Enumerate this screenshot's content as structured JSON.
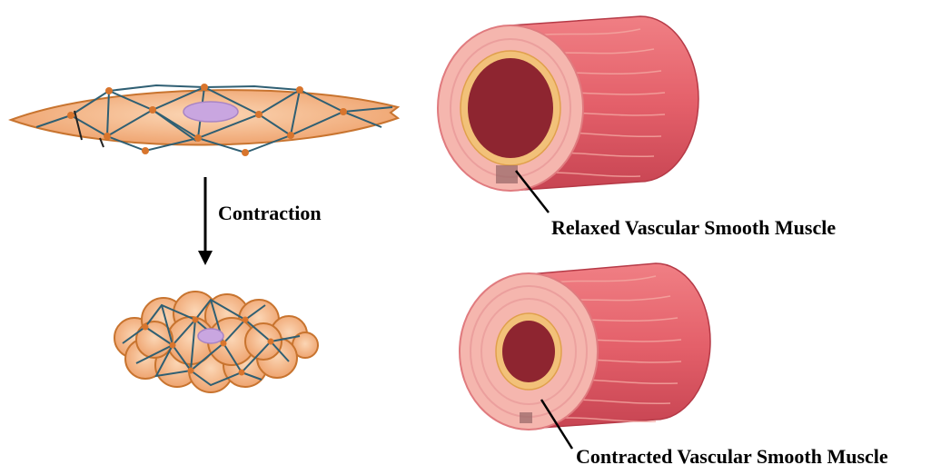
{
  "labels": {
    "contraction": "Contraction",
    "relaxed_vessel": "Relaxed Vascular Smooth Muscle",
    "contracted_vessel": "Contracted Vascular Smooth Muscle"
  },
  "colors": {
    "cell_fill": "#f1b07f",
    "cell_outline": "#cf7a3c",
    "filament": "#2f5f73",
    "dense_body": "#d8752d",
    "nucleus": "#c9a6e0",
    "vessel_outer": "#e0616a",
    "vessel_face": "#f5b6ae",
    "vessel_ring": "#f2c179",
    "lumen": "#8e2530"
  }
}
